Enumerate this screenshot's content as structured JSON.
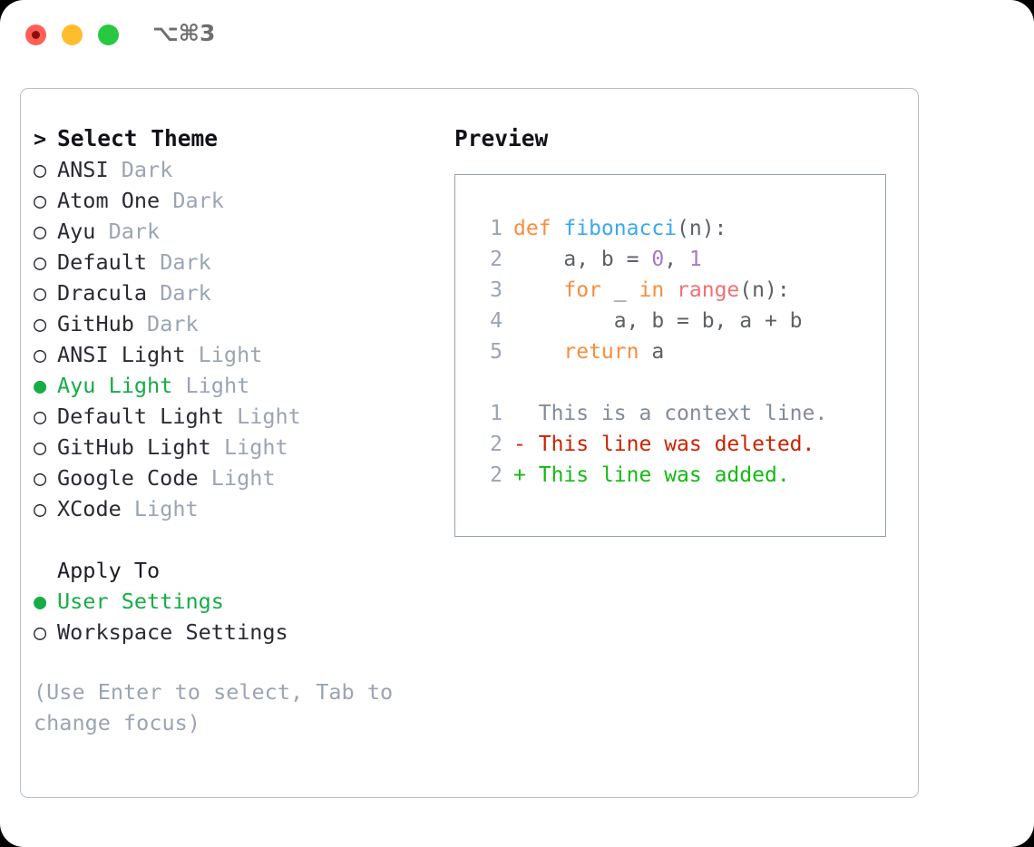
{
  "window": {
    "shortcut": "⌥⌘3",
    "traffic_lights": [
      {
        "name": "close",
        "color": "#ff5f57"
      },
      {
        "name": "minimize",
        "color": "#ffbd2e"
      },
      {
        "name": "maximize",
        "color": "#28c840"
      }
    ]
  },
  "theme_picker": {
    "heading_marker": ">",
    "heading": "Select Theme",
    "selected_marker": "●",
    "unselected_marker": "○",
    "items": [
      {
        "marker": "○",
        "name": "ANSI",
        "tag": "Dark",
        "selected": false
      },
      {
        "marker": "○",
        "name": "Atom One",
        "tag": "Dark",
        "selected": false
      },
      {
        "marker": "○",
        "name": "Ayu",
        "tag": "Dark",
        "selected": false
      },
      {
        "marker": "○",
        "name": "Default",
        "tag": "Dark",
        "selected": false
      },
      {
        "marker": "○",
        "name": "Dracula",
        "tag": "Dark",
        "selected": false
      },
      {
        "marker": "○",
        "name": "GitHub",
        "tag": "Dark",
        "selected": false
      },
      {
        "marker": "○",
        "name": "ANSI Light",
        "tag": "Light",
        "selected": false
      },
      {
        "marker": "●",
        "name": "Ayu Light",
        "tag": "Light",
        "selected": true
      },
      {
        "marker": "○",
        "name": "Default Light",
        "tag": "Light",
        "selected": false
      },
      {
        "marker": "○",
        "name": "GitHub Light",
        "tag": "Light",
        "selected": false
      },
      {
        "marker": "○",
        "name": "Google Code",
        "tag": "Light",
        "selected": false
      },
      {
        "marker": "○",
        "name": "XCode",
        "tag": "Light",
        "selected": false
      }
    ]
  },
  "apply_to": {
    "label": "Apply To",
    "options": [
      {
        "marker": "●",
        "name": "User Settings",
        "selected": true
      },
      {
        "marker": "○",
        "name": "Workspace Settings",
        "selected": false
      }
    ]
  },
  "hint": "(Use Enter to select, Tab to change focus)",
  "preview": {
    "title": "Preview",
    "code_lines": [
      {
        "lineno": "1",
        "tokens": [
          {
            "text": "def ",
            "kind": "kw"
          },
          {
            "text": "fibonacci",
            "kind": "fn"
          },
          {
            "text": "(n):",
            "kind": "punct"
          }
        ]
      },
      {
        "lineno": "2",
        "tokens": [
          {
            "text": "    a, b = ",
            "kind": "plain"
          },
          {
            "text": "0",
            "kind": "num"
          },
          {
            "text": ", ",
            "kind": "plain"
          },
          {
            "text": "1",
            "kind": "num"
          }
        ]
      },
      {
        "lineno": "3",
        "tokens": [
          {
            "text": "    for",
            "kind": "kw"
          },
          {
            "text": " _ ",
            "kind": "plain"
          },
          {
            "text": "in",
            "kind": "kw"
          },
          {
            "text": " ",
            "kind": "plain"
          },
          {
            "text": "range",
            "kind": "builtin"
          },
          {
            "text": "(n):",
            "kind": "punct"
          }
        ]
      },
      {
        "lineno": "4",
        "tokens": [
          {
            "text": "        a, b = b, a + b",
            "kind": "plain"
          }
        ]
      },
      {
        "lineno": "5",
        "tokens": [
          {
            "text": "    return",
            "kind": "kw"
          },
          {
            "text": " a",
            "kind": "plain"
          }
        ]
      }
    ],
    "diff_lines": [
      {
        "lineno": "1",
        "sign": " ",
        "text": "This is a context line.",
        "kind": "ctx"
      },
      {
        "lineno": "2",
        "sign": "-",
        "text": "This line was deleted.",
        "kind": "del"
      },
      {
        "lineno": "2",
        "sign": "+",
        "text": "This line was added.",
        "kind": "add"
      }
    ]
  },
  "colors": {
    "accent_green": "#16ad46",
    "tag_gray": "#9aa5b4",
    "keyword_orange": "#fa8d3e",
    "function_blue": "#39a8f0",
    "number_purple": "#a37acc",
    "builtin_red": "#f07171",
    "diff_deleted": "#cc2200",
    "diff_added": "#12bb12",
    "panel_border": "#b6bfcb"
  }
}
